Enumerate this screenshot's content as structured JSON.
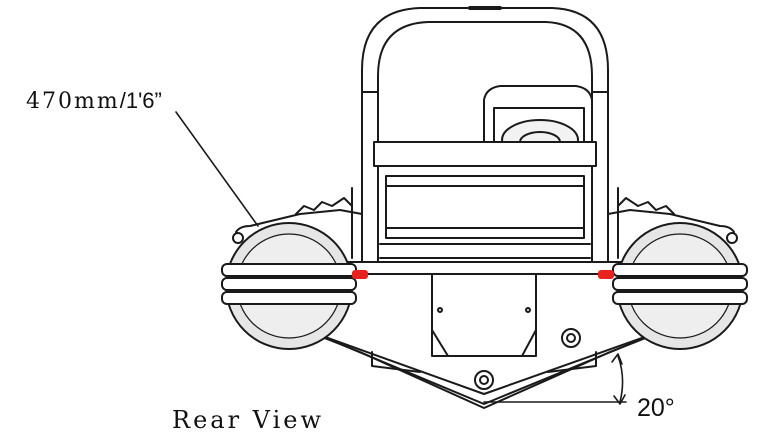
{
  "labels": {
    "tube_diameter_metric": "470mm",
    "tube_diameter_imperial": "/1'6”",
    "deadrise_angle": "20°",
    "view_caption": "Rear View"
  },
  "colors": {
    "line": "#1a1a1a",
    "tube_fill": "#e6e6e6",
    "tail_light": "#e8231f",
    "background": "#ffffff"
  }
}
